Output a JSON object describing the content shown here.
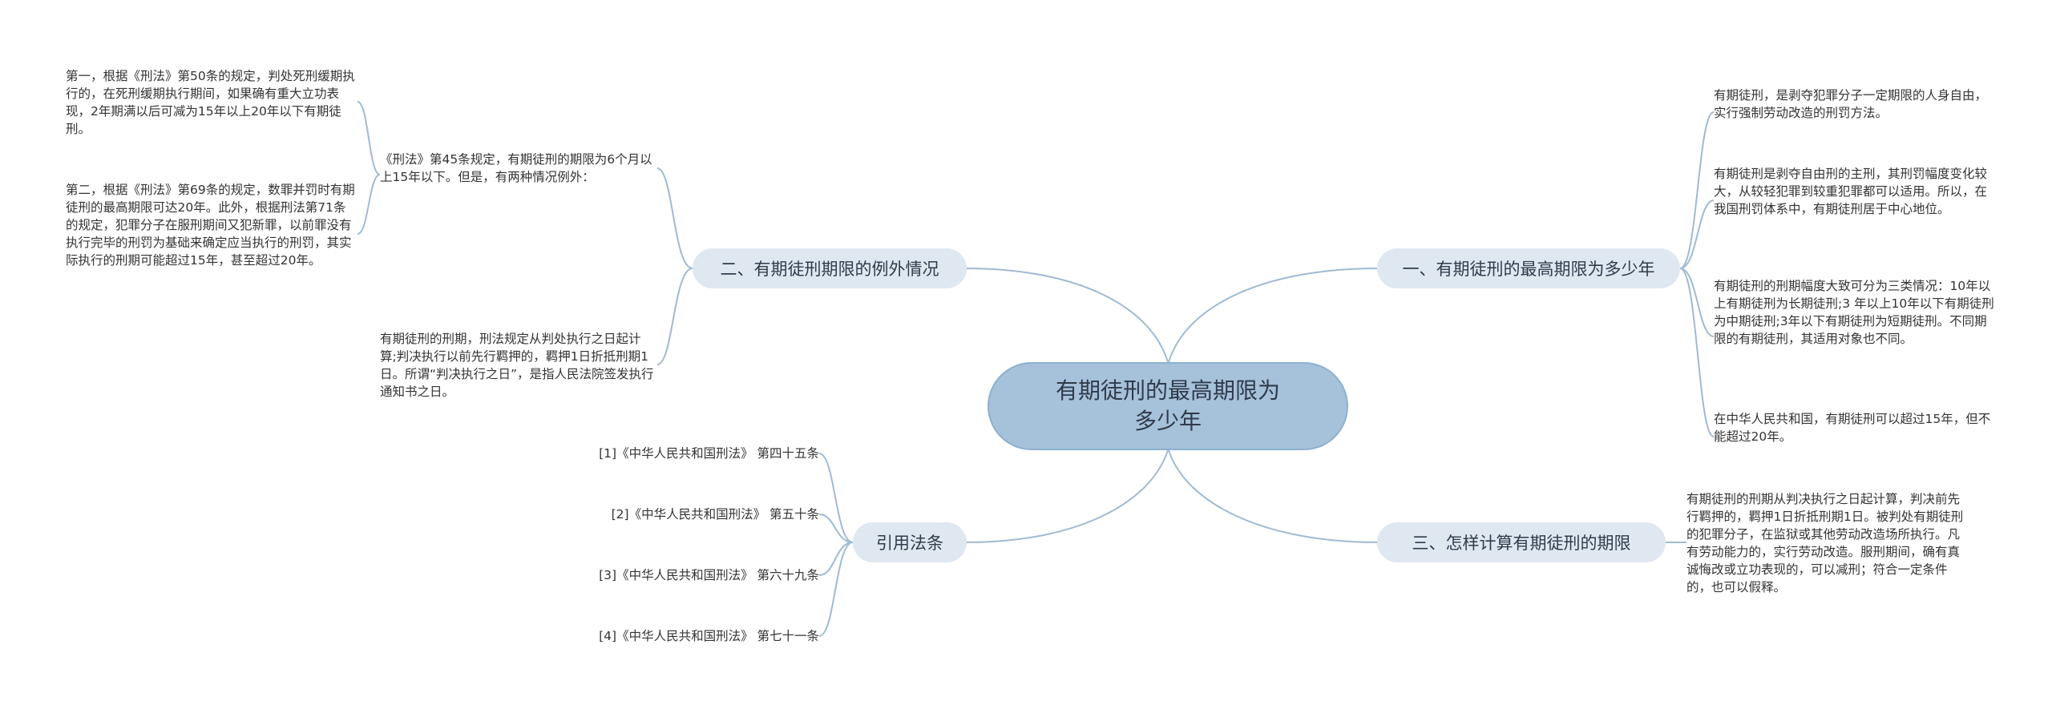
{
  "root": {
    "title": "有期徒刑的最高期限为多少年"
  },
  "branches": {
    "b1": {
      "label": "一、有期徒刑的最高期限为多少年",
      "leaves": [
        "有期徒刑，是剥夺犯罪分子一定期限的人身自由，实行强制劳动改造的刑罚方法。",
        "有期徒刑是剥夺自由刑的主刑，其刑罚幅度变化较大，从较轻犯罪到较重犯罪都可以适用。所以，在我国刑罚体系中，有期徒刑居于中心地位。",
        "有期徒刑的刑期幅度大致可分为三类情况：10年以上有期徒刑为长期徒刑;3 年以上10年以下有期徒刑为中期徒刑;3年以下有期徒刑为短期徒刑。不同期限的有期徒刑，其适用对象也不同。",
        "在中华人民共和国，有期徒刑可以超过15年，但不能超过20年。"
      ]
    },
    "b2": {
      "label": "二、有期徒刑期限的例外情况",
      "sub": {
        "text": "《刑法》第45条规定，有期徒刑的期限为6个月以上15年以下。但是，有两种情况例外：",
        "leaves": [
          "第一，根据《刑法》第50条的规定，判处死刑缓期执行的，在死刑缓期执行期间，如果确有重大立功表现，2年期满以后可减为15年以上20年以下有期徒刑。",
          "第二，根据《刑法》第69条的规定，数罪并罚时有期徒刑的最高期限可达20年。此外，根据刑法第71条的规定，犯罪分子在服刑期间又犯新罪，以前罪没有执行完毕的刑罚为基础来确定应当执行的刑罚，其实际执行的刑期可能超过15年，甚至超过20年。"
        ]
      },
      "leaf2": "有期徒刑的刑期，刑法规定从判处执行之日起计算;判决执行以前先行羁押的，羁押1日折抵刑期1日。所谓“判决执行之日”，是指人民法院签发执行通知书之日。"
    },
    "b3": {
      "label": "三、怎样计算有期徒刑的期限",
      "leaf": "有期徒刑的刑期从判决执行之日起计算，判决前先行羁押的，羁押1日折抵刑期1日。被判处有期徒刑的犯罪分子，在监狱或其他劳动改造场所执行。凡有劳动能力的，实行劳动改造。服刑期间，确有真诚悔改或立功表现的，可以减刑；符合一定条件的，也可以假释。"
    },
    "b4": {
      "label": "引用法条",
      "refs": [
        "[1]《中华人民共和国刑法》 第四十五条",
        "[2]《中华人民共和国刑法》 第五十条",
        "[3]《中华人民共和国刑法》 第六十九条",
        "[4]《中华人民共和国刑法》 第七十一条"
      ]
    }
  },
  "colors": {
    "root_fill": "#a6c1da",
    "branch_fill": "#dfe8f1",
    "connector": "#9fbad3"
  }
}
